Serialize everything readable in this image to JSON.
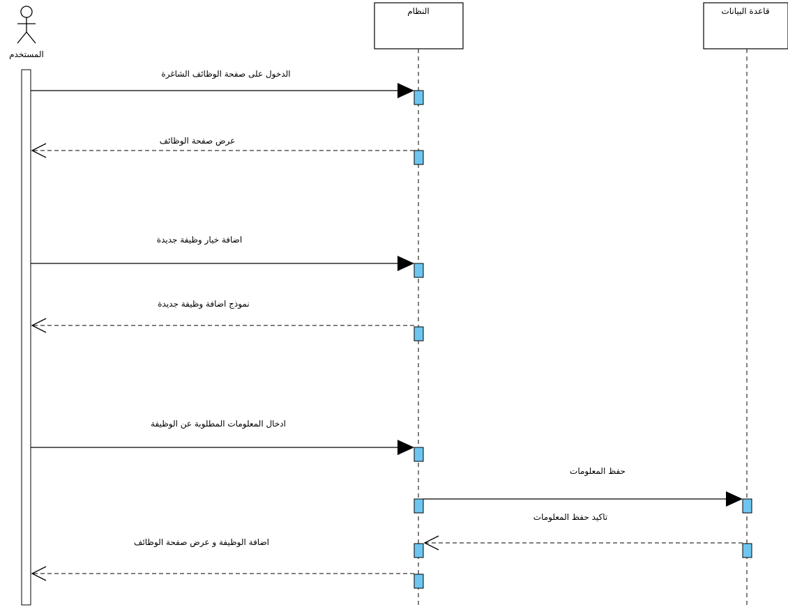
{
  "participants": [
    {
      "id": "user",
      "kind": "actor",
      "name": "المستخدم"
    },
    {
      "id": "system",
      "kind": "box",
      "name": "النظام"
    },
    {
      "id": "db",
      "kind": "box",
      "name": "قاعدة البيانات"
    }
  ],
  "messages": [
    {
      "label": "الدخول على صفحة الوظائف الشاغرة",
      "from": "user",
      "to": "system",
      "style": "sync"
    },
    {
      "label": "عرض صفحة الوظائف",
      "from": "system",
      "to": "user",
      "style": "return"
    },
    {
      "label": "اضافة خيار وظيفة جديدة",
      "from": "user",
      "to": "system",
      "style": "sync"
    },
    {
      "label": "نموذج اضافة وظيفة جديدة",
      "from": "system",
      "to": "user",
      "style": "return"
    },
    {
      "label": "ادخال المعلومات المطلوبة عن الوظيفة",
      "from": "user",
      "to": "system",
      "style": "sync"
    },
    {
      "label": "حفظ المعلومات",
      "from": "system",
      "to": "db",
      "style": "sync"
    },
    {
      "label": "تاكيد حفظ المعلومات",
      "from": "db",
      "to": "system",
      "style": "return"
    },
    {
      "label": "اضافة الوظيفة و عرض صفحة الوظائف",
      "from": "system",
      "to": "user",
      "style": "return"
    }
  ],
  "colors": {
    "activation_fill": "#6ec6f0",
    "line": "#000000",
    "background": "#ffffff"
  }
}
